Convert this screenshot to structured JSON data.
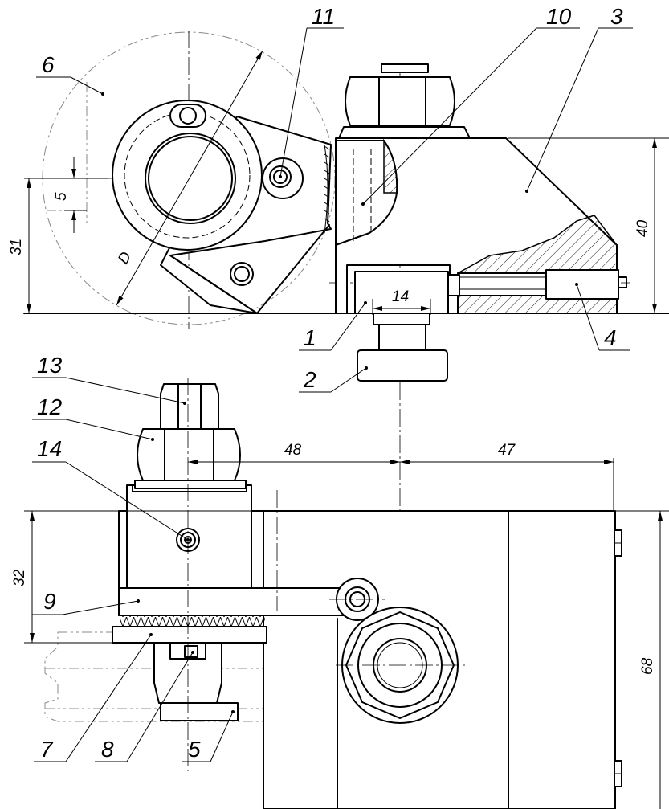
{
  "labels": {
    "p1": "1",
    "p2": "2",
    "p3": "3",
    "p4": "4",
    "p5": "5",
    "p6": "6",
    "p7": "7",
    "p8": "8",
    "p9": "9",
    "p10": "10",
    "p11": "11",
    "p12": "12",
    "p13": "13",
    "p14": "14"
  },
  "dimensions": {
    "d14": "14",
    "d48": "48",
    "d47": "47",
    "d40": "40",
    "d31": "31",
    "d5": "5",
    "d32": "32",
    "d68": "68",
    "dD": "D"
  }
}
